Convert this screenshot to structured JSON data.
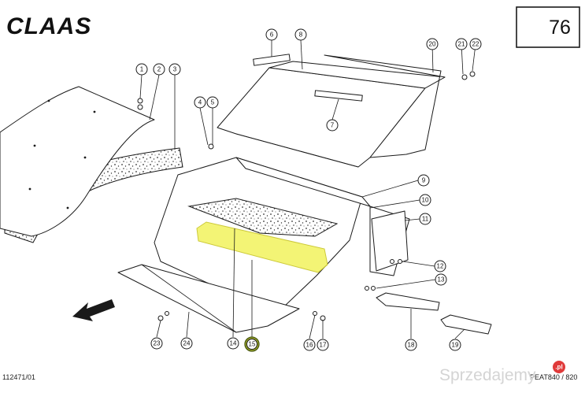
{
  "brand": {
    "name": "CLAAS"
  },
  "page_number": "76",
  "footer": {
    "drawing_number": "112471/01",
    "sheet_ref": "PEAT840 / 820"
  },
  "watermark": {
    "text": "Sprzedajemy",
    "badge": ".pl"
  },
  "highlight_color": "#f3f46a",
  "callouts": [
    {
      "label": "1",
      "highlighted": false
    },
    {
      "label": "2",
      "highlighted": false
    },
    {
      "label": "3",
      "highlighted": false
    },
    {
      "label": "4",
      "highlighted": false
    },
    {
      "label": "5",
      "highlighted": false
    },
    {
      "label": "6",
      "highlighted": false
    },
    {
      "label": "7",
      "highlighted": false
    },
    {
      "label": "8",
      "highlighted": false
    },
    {
      "label": "9",
      "highlighted": false
    },
    {
      "label": "10",
      "highlighted": false
    },
    {
      "label": "11",
      "highlighted": false
    },
    {
      "label": "12",
      "highlighted": false
    },
    {
      "label": "13",
      "highlighted": false
    },
    {
      "label": "14",
      "highlighted": false
    },
    {
      "label": "15",
      "highlighted": true
    },
    {
      "label": "16",
      "highlighted": false
    },
    {
      "label": "17",
      "highlighted": false
    },
    {
      "label": "18",
      "highlighted": false
    },
    {
      "label": "19",
      "highlighted": false
    },
    {
      "label": "20",
      "highlighted": false
    },
    {
      "label": "21",
      "highlighted": false
    },
    {
      "label": "22",
      "highlighted": false
    },
    {
      "label": "23",
      "highlighted": false
    },
    {
      "label": "24",
      "highlighted": false
    }
  ]
}
